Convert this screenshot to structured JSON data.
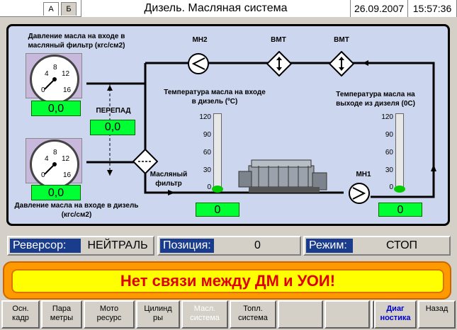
{
  "header": {
    "tabs": [
      "А",
      "Б"
    ],
    "title": "Дизель. Масляная система",
    "date": "26.09.2007",
    "time": "15:57:36"
  },
  "gauges": {
    "inlet_filter": {
      "label": "Давление масла на входе в масляный фильтр (кгс/см2)",
      "value": "0,0"
    },
    "inlet_diesel": {
      "label": "Давление масла на входе в дизель (кгс/см2)",
      "value": "0,0"
    },
    "scale": [
      "4",
      "8",
      "12",
      "16",
      "0"
    ]
  },
  "drop": {
    "label": "ПЕРЕПАД",
    "value": "0,0"
  },
  "components": {
    "pump2": "МН2",
    "heat1": "ВМТ",
    "heat2": "ВМТ",
    "pump1": "МН1",
    "filter": "Масляный фильтр"
  },
  "temp_in": {
    "label": "Температура масла на входе в дизель (ºC)",
    "value": "0",
    "level": 0
  },
  "temp_out": {
    "label": "Температура масла на выходе из дизеля (0С)",
    "value": "0",
    "level": 0
  },
  "temp_scale": [
    "120",
    "90",
    "60",
    "30",
    "0"
  ],
  "status": {
    "reversor_label": "Реверсор:",
    "reversor_value": "НЕЙТРАЛЬ",
    "position_label": "Позиция:",
    "position_value": "0",
    "mode_label": "Режим:",
    "mode_value": "СТОП"
  },
  "alarm": "Нет связи между ДМ и УОИ!",
  "buttons": [
    {
      "l1": "Осн.",
      "l2": "кадр"
    },
    {
      "l1": "Пара",
      "l2": "метры"
    },
    {
      "l1": "Мото",
      "l2": "ресурс"
    },
    {
      "l1": "Цилинд",
      "l2": "ры"
    },
    {
      "l1": "Масл.",
      "l2": "система"
    },
    {
      "l1": "Топл.",
      "l2": "система"
    },
    {
      "l1": "",
      "l2": ""
    },
    {
      "l1": "",
      "l2": ""
    },
    {
      "l1": "",
      "l2": ""
    },
    {
      "l1": "Диаг",
      "l2": "ностика"
    },
    {
      "l1": "Назад",
      "l2": ""
    }
  ],
  "colors": {
    "panel": "#ccd6ee",
    "value_green": "#00ff33",
    "alarm_text": "#e00000",
    "status_label_bg": "#1a3c8c"
  }
}
